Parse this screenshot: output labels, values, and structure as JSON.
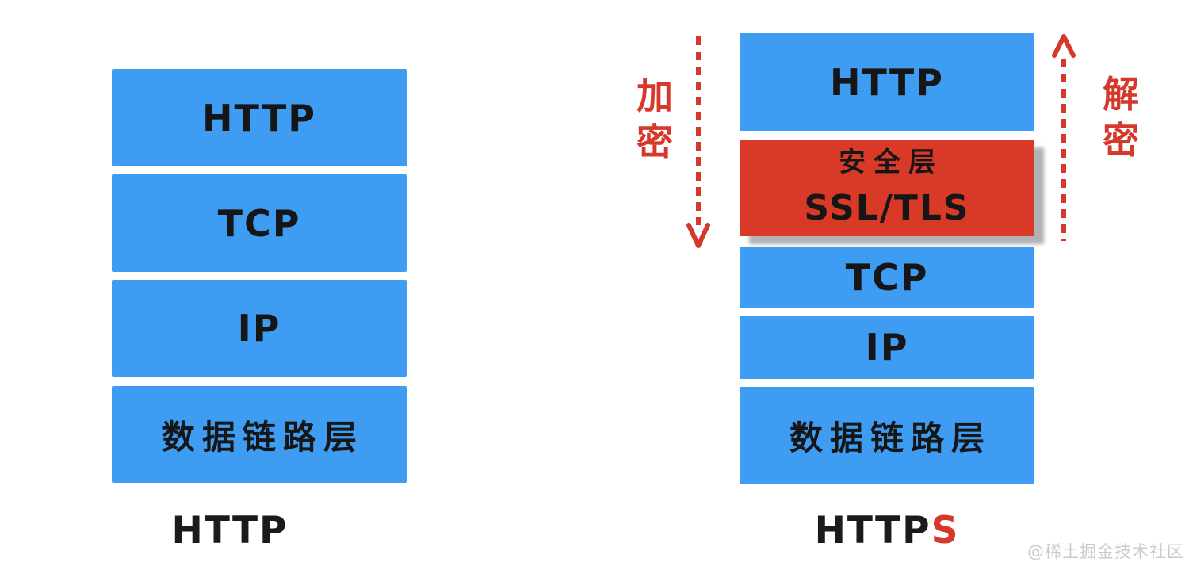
{
  "colors": {
    "layer_blue": "#3E9DF2",
    "security_red": "#D93A28",
    "annotation_red": "#D5392B",
    "text_dark": "#161616",
    "watermark_gray": "#CBCBCB"
  },
  "left_stack": {
    "title": "HTTP",
    "layers": [
      {
        "label": "HTTP"
      },
      {
        "label": "TCP"
      },
      {
        "label": "IP"
      },
      {
        "label": "数据链路层"
      }
    ]
  },
  "right_stack": {
    "title_prefix": "HTTP",
    "title_suffix": "S",
    "layers": [
      {
        "label": "HTTP"
      },
      {
        "label_line1": "安全层",
        "label_line2": "SSL/TLS"
      },
      {
        "label": "TCP"
      },
      {
        "label": "IP"
      },
      {
        "label": "数据链路层"
      }
    ]
  },
  "annotations": {
    "encrypt_label": "加密",
    "decrypt_label": "解密"
  },
  "icons": {
    "encrypt_arrow": "dashed-down-arrow",
    "decrypt_arrow": "dashed-up-arrow"
  },
  "watermark": "@稀土掘金技术社区"
}
